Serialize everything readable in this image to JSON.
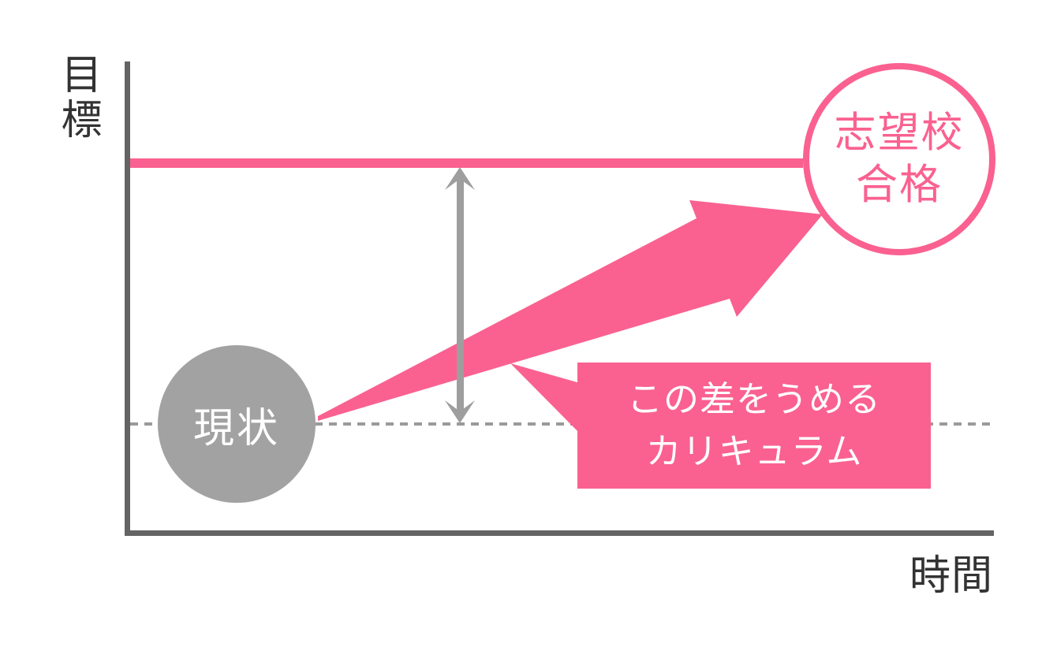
{
  "colors": {
    "pink": "#fa6190",
    "current_gray": "#a2a2a2",
    "arrow_gray": "#9e9e9e",
    "dotted_gray": "#9a9a9a",
    "axis_gray": "#646464",
    "label_dark": "#333333",
    "white": "#ffffff"
  },
  "axes": {
    "y_label": "目標",
    "x_label": "時間"
  },
  "current_state": {
    "label": "現状"
  },
  "goal_badge": {
    "line1": "志望校",
    "line2": "合格"
  },
  "callout": {
    "line1": "この差をうめる",
    "line2": "カリキュラム"
  }
}
